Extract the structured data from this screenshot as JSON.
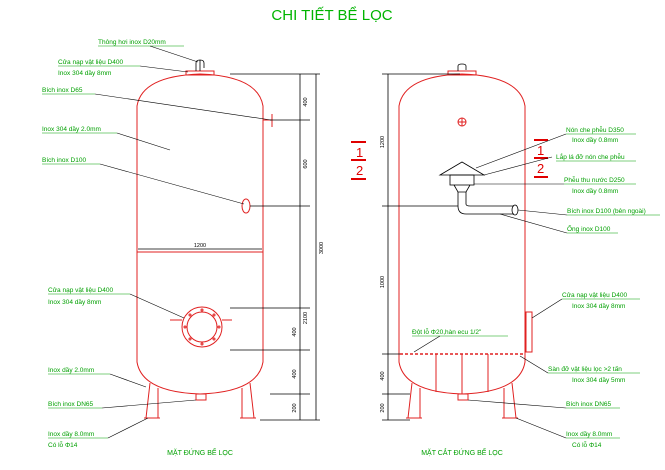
{
  "title": "CHI TIẾT BỂ LỌC",
  "left_view": {
    "caption": "MẶT ĐỨNG BỂ LỌC",
    "labels": {
      "vent": "Thông hơi inox D20mm",
      "top_door_1": "Cửa nạp vật liệu D400",
      "top_door_2": "Inox 304 dầy 8mm",
      "elbow": "Bích inox D65",
      "shell": "Inox 304 dầy 2.0mm",
      "flange": "Bích inox D100",
      "side_door_1": "Cửa nạp vật liệu D400",
      "side_door_2": "Inox 304 dầy 8mm",
      "bottom_shell": "Inox dầy 2.0mm",
      "drain": "Bích inox DN65",
      "leg_1": "Inox dầy 8.0mm",
      "leg_2": "Có lỗ Φ14"
    },
    "dims": {
      "d400_top": "400",
      "d600": "600",
      "d1200": "1200",
      "d3000": "3000",
      "d2100": "2100",
      "d400_door": "400",
      "d400_low": "400",
      "d200": "200"
    }
  },
  "right_view": {
    "caption": "MẶT CẮT ĐỨNG BỂ LỌC",
    "labels": {
      "cone_1": "Nón che phễu D350",
      "cone_2": "Inox dầy 0.8mm",
      "cone_mount": "Lắp lá đỡ nón che phễu",
      "funnel_1": "Phễu thu nước D250",
      "funnel_2": "Inox dầy 0.8mm",
      "flange_out": "Bích inox D100 (bên ngoài)",
      "pipe": "Ống inox D100",
      "side_door_1": "Cửa nạp vật liệu D400",
      "side_door_2": "Inox 304 dầy 8mm",
      "holes": "Đột lỗ Φ20,hàn ecu 1/2\"",
      "support_1": "Sàn đỡ vật liệu lọc >2 tấn",
      "support_2": "Inox 304 dầy 5mm",
      "drain": "Bích inox DN65",
      "leg_1": "Inox dầy 8.0mm",
      "leg_2": "Có lỗ Φ14"
    },
    "dims": {
      "d1200": "1200",
      "d1000": "1000",
      "d400": "400",
      "d200": "200"
    }
  },
  "section_marks": {
    "left_1": "1",
    "left_2": "2",
    "right_1": "1",
    "right_2": "2"
  },
  "colors": {
    "tank": "#e02020",
    "label_green": "#00a000",
    "title_green": "#00b400",
    "marker_red": "#e00000"
  }
}
